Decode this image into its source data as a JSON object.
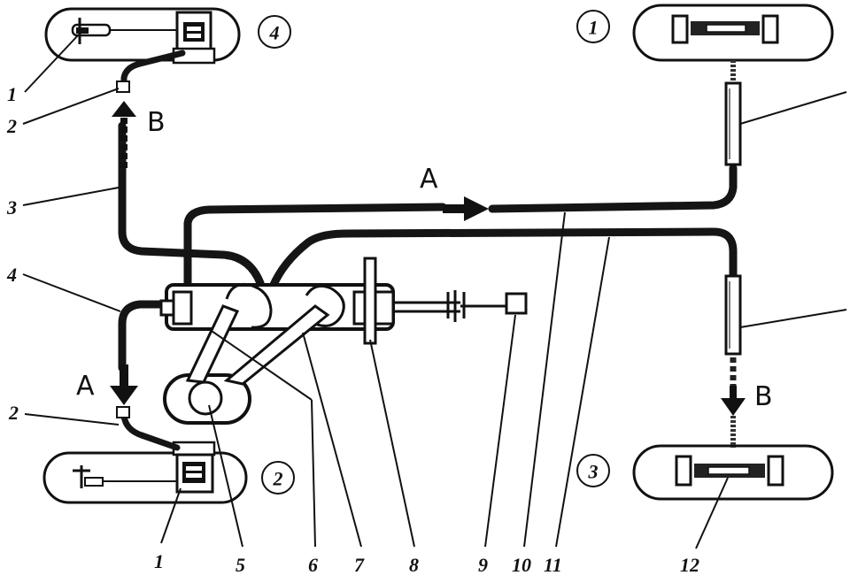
{
  "wheels": {
    "front_left": "4",
    "front_right": "1",
    "rear_left": "2",
    "rear_right": "3"
  },
  "flow_labels": {
    "a_top": "A",
    "a_left": "A",
    "b_top": "B",
    "b_right": "B"
  },
  "callouts": {
    "left_1_top": "1",
    "left_2_top": "2",
    "left_3": "3",
    "left_4": "4",
    "left_2_bottom": "2",
    "bottom_1": "1",
    "bottom_5": "5",
    "bottom_6": "6",
    "bottom_7": "7",
    "bottom_8": "8",
    "bottom_9": "9",
    "bottom_10": "10",
    "bottom_11": "11",
    "bottom_12": "12"
  }
}
